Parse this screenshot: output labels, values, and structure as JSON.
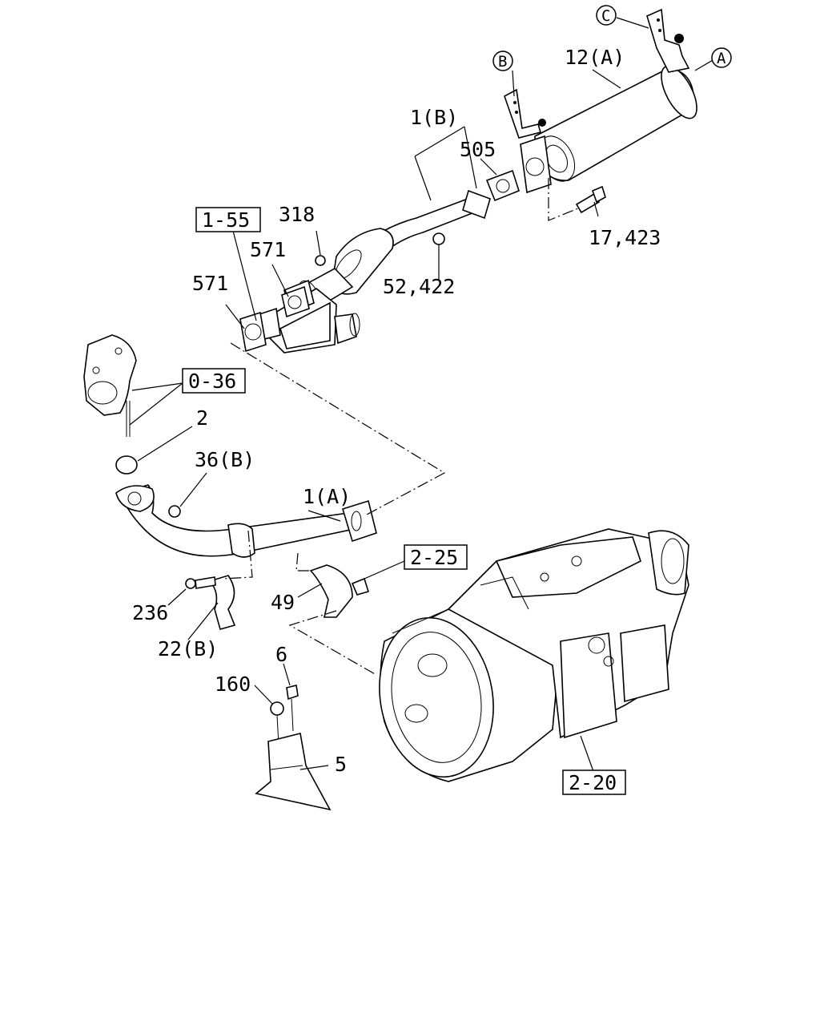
{
  "labels": {
    "pipe_1b": "1(B)",
    "muffler": "12(A)",
    "gasket_505": "505",
    "nut_318": "318",
    "gasket_571_upper": "571",
    "gasket_571_left": "571",
    "nut_52_422": "52,422",
    "bolt_17_423": "17,423",
    "stud_2": "2",
    "nut_36b": "36(B)",
    "pipe_1a": "1(A)",
    "bolt_236": "236",
    "bracket_22b": "22(B)",
    "clamp_49": "49",
    "bolt_6": "6",
    "nut_160": "160",
    "bracket_5": "5"
  },
  "ref_boxes": {
    "ref_1_55": "1-55",
    "ref_0_36": "0-36",
    "ref_2_25": "2-25",
    "ref_2_20": "2-20"
  },
  "circled_refs": {
    "a": "A",
    "b": "B",
    "c": "C"
  }
}
